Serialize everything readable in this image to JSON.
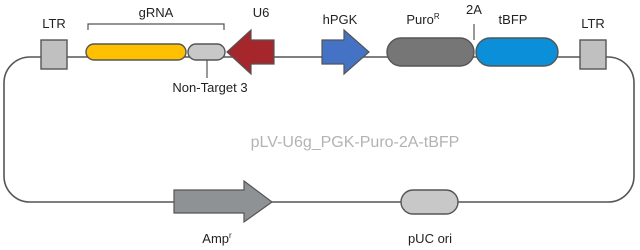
{
  "plasmid": {
    "title": "pLV-U6g_PGK-Puro-2A-tBFP",
    "labels": {
      "ltr_left": "LTR",
      "grna": "gRNA",
      "u6": "U6",
      "non_target": "Non-Target 3",
      "hpgk": "hPGK",
      "puro": "Puro",
      "puro_sup": "R",
      "two_a": "2A",
      "tbfp": "tBFP",
      "ltr_right": "LTR",
      "amp": "Amp",
      "amp_sup": "r",
      "puc_ori": "pUC ori"
    },
    "colors": {
      "backbone": "#555555",
      "ltr": "#c0c0c0",
      "grna": "#ffc000",
      "non_target": "#c8c8c8",
      "u6": "#a5262b",
      "hpgk": "#4472c4",
      "puro": "#767676",
      "tbfp": "#0b8fd9",
      "amp": "#8e9294",
      "puc_ori": "#c8c8c8",
      "title": "#b3b3b3"
    }
  }
}
